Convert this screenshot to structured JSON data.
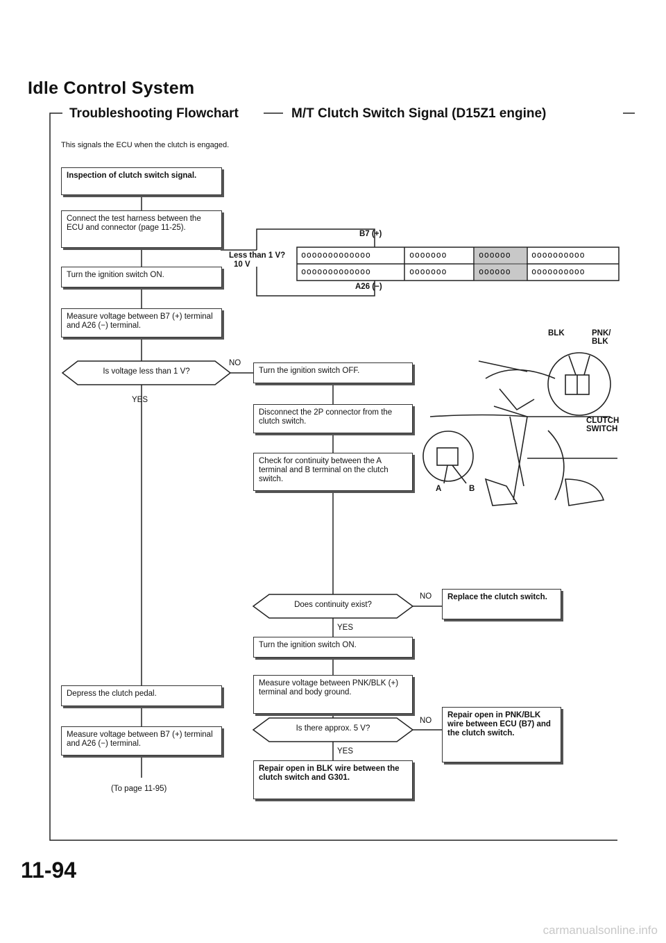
{
  "header": {
    "title": "Idle Control System",
    "subtitle_left": "Troubleshooting Flowchart",
    "subtitle_right": "M/T Clutch Switch Signal (D15Z1 engine)",
    "intro": "This signals the ECU when the clutch is engaged."
  },
  "left_column": {
    "inspection": "Inspection of clutch switch signal.",
    "connect": "Connect the test harness between the ECU and connector (page 11-25).",
    "turn_on": "Turn the ignition switch ON.",
    "measure1": "Measure voltage between B7 (+) terminal and A26 (−) terminal.",
    "question1": "Is voltage less than 1 V?",
    "yes1": "YES",
    "depress": "Depress the clutch pedal.",
    "measure2": "Measure voltage between B7 (+) terminal and A26 (−) terminal.",
    "to_page": "(To page 11-95)"
  },
  "middle_column": {
    "no1": "NO",
    "turn_off": "Turn the ignition switch OFF.",
    "disconnect": "Disconnect the 2P connector from the clutch switch.",
    "check": "Check for continuity between the A terminal and B terminal on the clutch switch.",
    "question2": "Does continuity exist?",
    "yes2": "YES",
    "turn_on2": "Turn the ignition switch ON.",
    "measure3": "Measure voltage between PNK/BLK (+) terminal and body ground.",
    "question3": "Is there approx. 5 V?",
    "yes3": "YES",
    "repair_blk": "Repair open in BLK wire between the clutch switch and G301."
  },
  "right_column": {
    "no2": "NO",
    "replace": "Replace the clutch switch.",
    "no3": "NO",
    "repair_pnk": "Repair open in PNK/BLK wire between ECU (B7) and the clutch switch."
  },
  "meter": {
    "b7": "B7 (+)",
    "a26": "A26 (−)",
    "less_than": "Less than 1 V?",
    "ten_v": "10 V",
    "row_a": "ooooooooooooo",
    "row_b": "ooooooo",
    "row_c": "oooooo",
    "row_d": "oooooooooo"
  },
  "illustration": {
    "blk": "BLK",
    "pnk_blk": "PNK/\nBLK",
    "pnk_line1": "PNK/",
    "pnk_line2": "BLK",
    "clutch1": "CLUTCH",
    "clutch2": "SWITCH",
    "a": "A",
    "b": "B"
  },
  "page_number": "11-94",
  "footer": "carmanualsonline.info"
}
